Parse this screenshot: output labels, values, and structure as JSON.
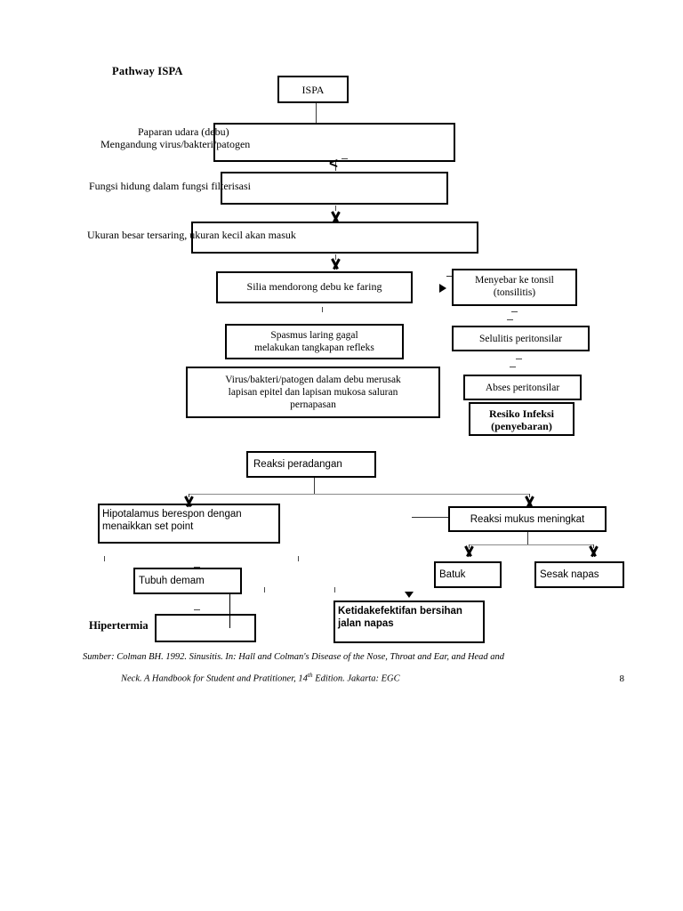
{
  "page": {
    "title": "Pathway ISPA",
    "page_number": "8",
    "background_color": "#ffffff",
    "ink_color": "#000000",
    "connector_color": "#8a8a8a"
  },
  "nodes": {
    "ispa": "ISPA",
    "paparan_line1": "Paparan udara (debu)",
    "paparan_line2": "Mengandung virus/bakteri/patogen",
    "fungsi_hidung": "Fungsi hidung dalam fungsi filterisasi",
    "ukuran": "Ukuran besar tersaring, ukuran kecil akan masuk",
    "silia": "Silia mendorong debu ke faring",
    "menyebar_l1": "Menyebar ke tonsil",
    "menyebar_l2": "(tonsilitis)",
    "spasmus_l1": "Spasmus laring gagal",
    "spasmus_l2": "melakukan tangkapan refleks",
    "selulitis": "Selulitis peritonsilar",
    "virus_l1": "Virus/bakteri/patogen dalam debu merusak",
    "virus_l2": "lapisan epitel dan lapisan mukosa saluran",
    "virus_l3": "pernapasan",
    "abses": "Abses peritonsilar",
    "resiko_l1": "Resiko Infeksi",
    "resiko_l2": "(penyebaran)",
    "reaksi_peradangan": "Reaksi peradangan",
    "hipotalamus_l1": "Hipotalamus berespon dengan",
    "hipotalamus_l2": "menaikkan set point",
    "reaksi_mukus": "Reaksi mukus meningkat",
    "tubuh_demam": "Tubuh demam",
    "batuk": "Batuk",
    "sesak_napas": "Sesak napas",
    "hipertermia": "Hipertermia",
    "ketidakefektifan_l1": "Ketidakefektifan bersihan",
    "ketidakefektifan_l2": "jalan napas",
    "empty_box": ""
  },
  "footer": {
    "line1": "Sumber: Colman BH. 1992. Sinusitis. In: Hall and Colman's Disease of the Nose, Throat and Ear, and Head and",
    "line2_a": "Neck. A Handbook for Student and Pratitioner, 14",
    "line2_sup": "th",
    "line2_b": " Edition. Jakarta: EGC"
  },
  "icons": {
    "chevron_down": "chevron-down-arrowhead",
    "triangle_down": "triangle-down-arrowhead",
    "triangle_right": "triangle-right-arrowhead",
    "less_than": "<"
  }
}
